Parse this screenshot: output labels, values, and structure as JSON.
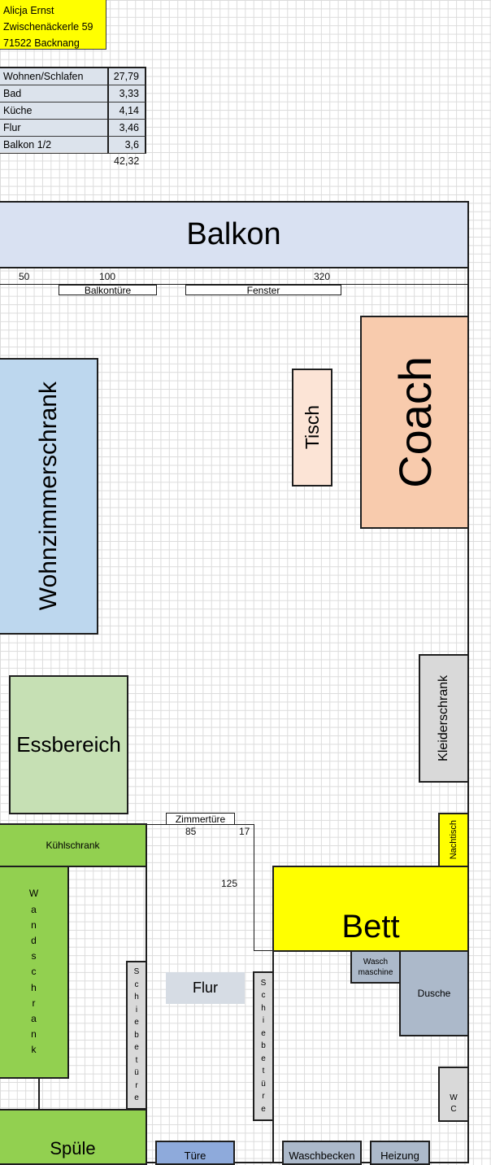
{
  "address": {
    "name": "Alicja Ernst",
    "street": "Zwischenäckerle 59",
    "city": "71522 Backnang"
  },
  "areas": {
    "rows": [
      {
        "room": "Wohnen/Schlafen",
        "value": "27,79"
      },
      {
        "room": "Bad",
        "value": "3,33"
      },
      {
        "room": "Küche",
        "value": "4,14"
      },
      {
        "room": "Flur",
        "value": "3,46"
      },
      {
        "room": "Balkon 1/2",
        "value": "3,6"
      }
    ],
    "total": "42,32"
  },
  "plan": {
    "balkon": "Balkon",
    "dim_50": "50",
    "dim_100": "100",
    "dim_320": "320",
    "balkontuere": "Balkontüre",
    "fenster": "Fenster",
    "coach": "Coach",
    "tisch": "Tisch",
    "wohnzimmerschrank": "Wohnzimmerschrank",
    "kleiderschrank": "Kleiderschrank",
    "essbereich": "Essbereich",
    "zimmertuere": "Zimmertüre",
    "dim_85": "85",
    "dim_17": "17",
    "dim_125": "125",
    "nachtisch": "Nachtisch",
    "kuehlschrank": "Kühlschrank",
    "wandschrank_letters": [
      "W",
      "a",
      "n",
      "d",
      "s",
      "c",
      "h",
      "r",
      "a",
      "n",
      "k"
    ],
    "bett": "Bett",
    "waschmaschine_line1": "Wasch",
    "waschmaschine_line2": "maschine",
    "dusche": "Dusche",
    "schiebetuere_letters": [
      "S",
      "c",
      "h",
      "i",
      "e",
      "b",
      "e",
      "t",
      "ü",
      "r",
      "e"
    ],
    "flur": "Flur",
    "wc_letters": [
      "W",
      "C"
    ],
    "spuele": "Spüle",
    "tuere": "Türe",
    "waschbecken": "Waschbecken",
    "heizung": "Heizung"
  },
  "colors": {
    "address_bg": "#ffff00",
    "table_bg": "#dce3ec",
    "balkon_bg": "#d9e1f2",
    "coach_bg": "#f8cbad",
    "tisch_bg": "#fce4d6",
    "wohnzimmerschrank_bg": "#bdd7ee",
    "kleiderschrank_bg": "#d9d9d9",
    "essbereich_bg": "#c6e0b4",
    "kitchen_green": "#92d050",
    "bett_bg": "#ffff00",
    "bad_gray": "#acb9ca",
    "tuere_bg": "#8eaadb",
    "flur_bg": "#d6dce4"
  }
}
